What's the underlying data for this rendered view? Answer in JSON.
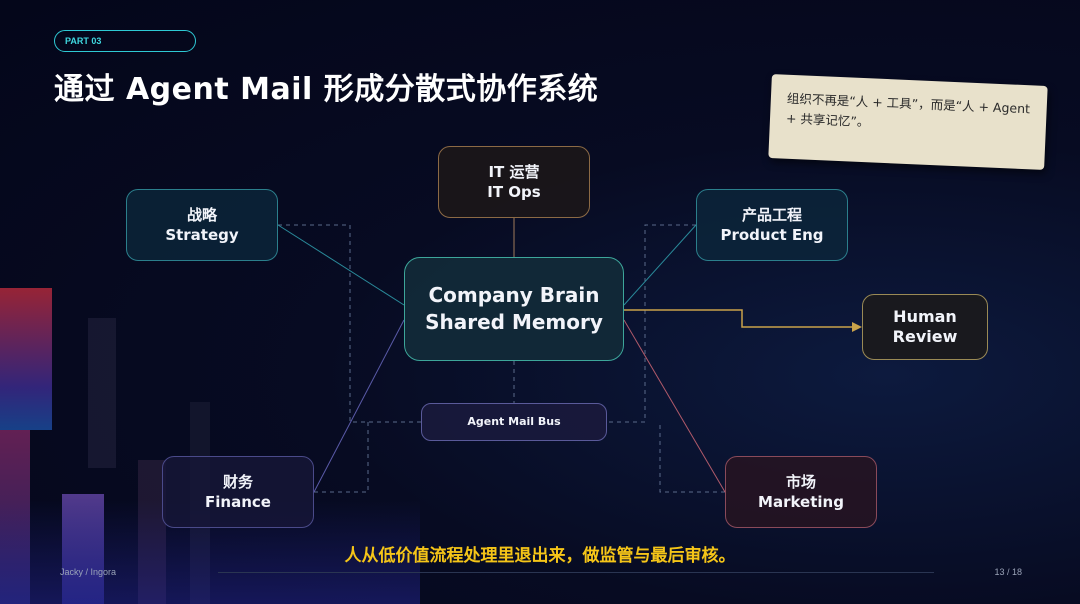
{
  "badge": "PART 03",
  "title": "通过 Agent Mail 形成分散式协作系统",
  "note": "组织不再是“人 + 工具”，而是“人 + Agent + 共享记忆”。",
  "nodes": {
    "strategy": {
      "zh": "战略",
      "en": "Strategy"
    },
    "itops": {
      "zh": "IT 运营",
      "en": "IT Ops"
    },
    "product": {
      "zh": "产品工程",
      "en": "Product Eng"
    },
    "human": {
      "line1": "Human",
      "line2": "Review"
    },
    "finance": {
      "zh": "财务",
      "en": "Finance"
    },
    "marketing": {
      "zh": "市场",
      "en": "Marketing"
    },
    "brain": {
      "line1": "Company Brain",
      "line2": "Shared Memory"
    },
    "bus": "Agent Mail Bus"
  },
  "caption": "人从低价值流程处理里退出来，做监管与最后审核。",
  "footer": {
    "author": "Jacky / Ingora",
    "page": "13 / 18"
  },
  "colors": {
    "accent_teal": "#2ec9d4",
    "caption_yellow": "#f5c518",
    "arrow_gold": "#c9a24a"
  }
}
